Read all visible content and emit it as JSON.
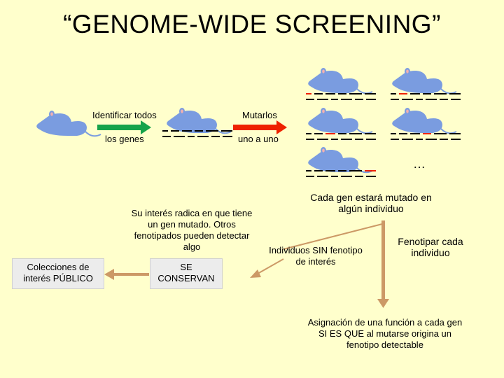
{
  "title": "“GENOME-WIDE SCREENING”",
  "step1": {
    "line1": "Identificar todos",
    "line2": "los genes"
  },
  "step2": {
    "line1": "Mutarlos",
    "line2": "uno a uno"
  },
  "ellipsis": "…",
  "mutated_note": "Cada gen estará mutado en algún individuo",
  "interest_note": "Su interés radica en que tiene un gen mutado. Otros fenotipados pueden detectar algo",
  "public_box": "Colecciones de interés PÚBLICO",
  "conserve_box": "SE CONSERVAN",
  "no_phenotype": "Individuos SIN fenotipo de interés",
  "phenotype_each": "Fenotipar cada individuo",
  "assignment": "Asignación de una función a cada gen SI ES QUE al mutarse origina un fenotipo detectable",
  "colors": {
    "mouse": "#7A9CE0",
    "mouse_ear": "#F2B0B0",
    "wild_arrow": "#16A34A",
    "mutate_arrow": "#EE2200",
    "gene_black": "#000000",
    "gene_mutated": "#EE2200",
    "flow_arrow": "#CC9966"
  }
}
